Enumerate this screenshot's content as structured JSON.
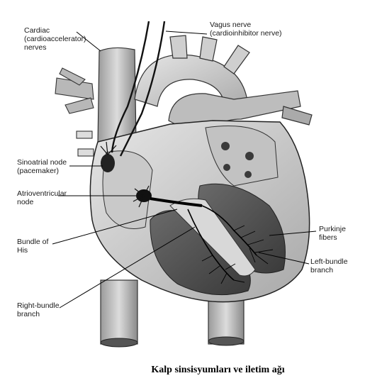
{
  "labels": {
    "cardiac": [
      "Cardiac",
      "(cardioaccelerator)",
      "nerves"
    ],
    "vagus": [
      "Vagus nerve",
      "(cardioinhibitor nerve)"
    ],
    "sinoatrial": [
      "Sinoatrial node",
      "(pacemaker)"
    ],
    "atrioventricular": [
      "Atrioventricular",
      "node"
    ],
    "bundle_his": [
      "Bundle of",
      "His"
    ],
    "right_bundle": [
      "Right-bundle",
      "branch"
    ],
    "purkinje": [
      "Purkinje",
      "fibers"
    ],
    "left_bundle": [
      "Left-bundle",
      "branch"
    ]
  },
  "caption": "Kalp sinsisyumları ve iletim ağı"
}
